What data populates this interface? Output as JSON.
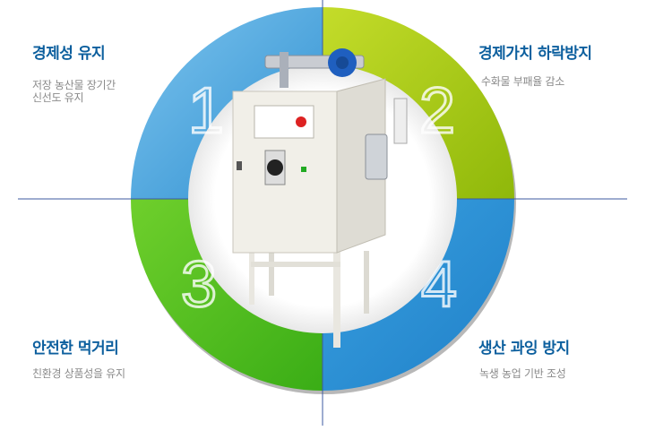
{
  "features": [
    {
      "number": "1",
      "title": "경제성 유지",
      "desc_lines": [
        "저장 농산물 장기간",
        "신선도 유지"
      ]
    },
    {
      "number": "2",
      "title": "경제가치 하락방지",
      "desc_lines": [
        "수화물 부패율 감소"
      ]
    },
    {
      "number": "3",
      "title": "안전한 먹거리",
      "desc_lines": [
        "친환경 상품성을 유지"
      ]
    },
    {
      "number": "4",
      "title": "생산 과잉 방지",
      "desc_lines": [
        "녹생 농업 기반 조성"
      ]
    }
  ],
  "colors": {
    "q1": "#4ba6de",
    "q2": "#a6c612",
    "q3": "#4dbb1f",
    "q4": "#2a8ed3",
    "title": "#0c5f9e"
  }
}
